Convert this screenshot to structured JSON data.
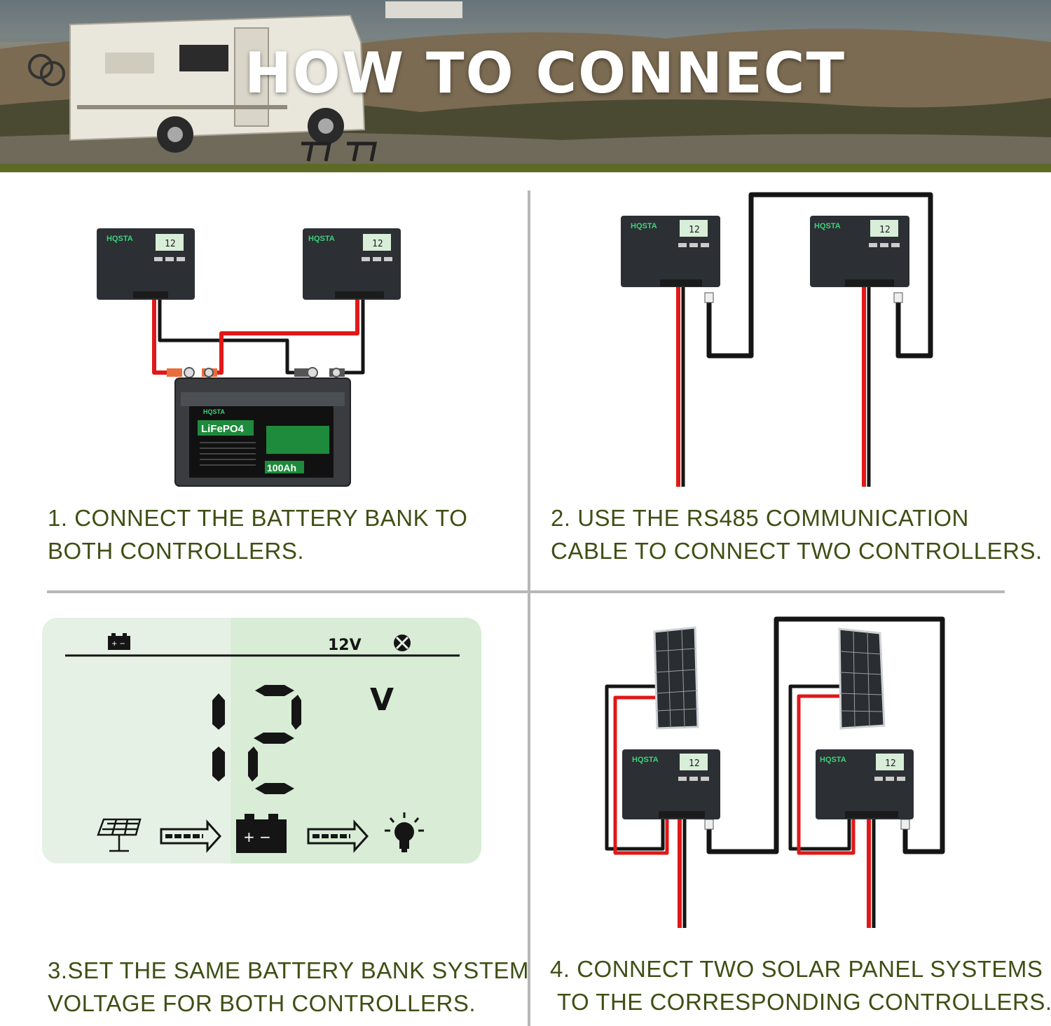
{
  "header": {
    "title": "HOW TO CONNECT"
  },
  "steps": [
    {
      "line1": "1. CONNECT THE BATTERY BANK TO",
      "line2": "BOTH CONTROLLERS."
    },
    {
      "line1": "2. USE THE RS485 COMMUNICATION",
      "line2": "CABLE TO CONNECT TWO CONTROLLERS."
    },
    {
      "line1": "3.SET THE SAME BATTERY BANK SYSTEM",
      "line2": "VOLTAGE FOR BOTH CONTROLLERS."
    },
    {
      "line1": "4. CONNECT TWO SOLAR PANEL SYSTEMS",
      "line2": "TO THE CORRESPONDING CONTROLLERS."
    }
  ],
  "controller": {
    "brand": "HQSTA",
    "display_value": "12"
  },
  "battery": {
    "brand": "HQSTA",
    "chemistry": "LiFePO4",
    "capacity": "100Ah"
  },
  "lcd": {
    "system_voltage": "12V",
    "reading": "12",
    "unit": "V"
  },
  "colors": {
    "caption": "#3f4f14",
    "band": "#5d6a25",
    "lcd_bg": "#e6f1e6",
    "wire_red": "#e01818",
    "wire_black": "#151515",
    "controller_body": "#2c2f33",
    "accent_green": "#3fd27a"
  }
}
